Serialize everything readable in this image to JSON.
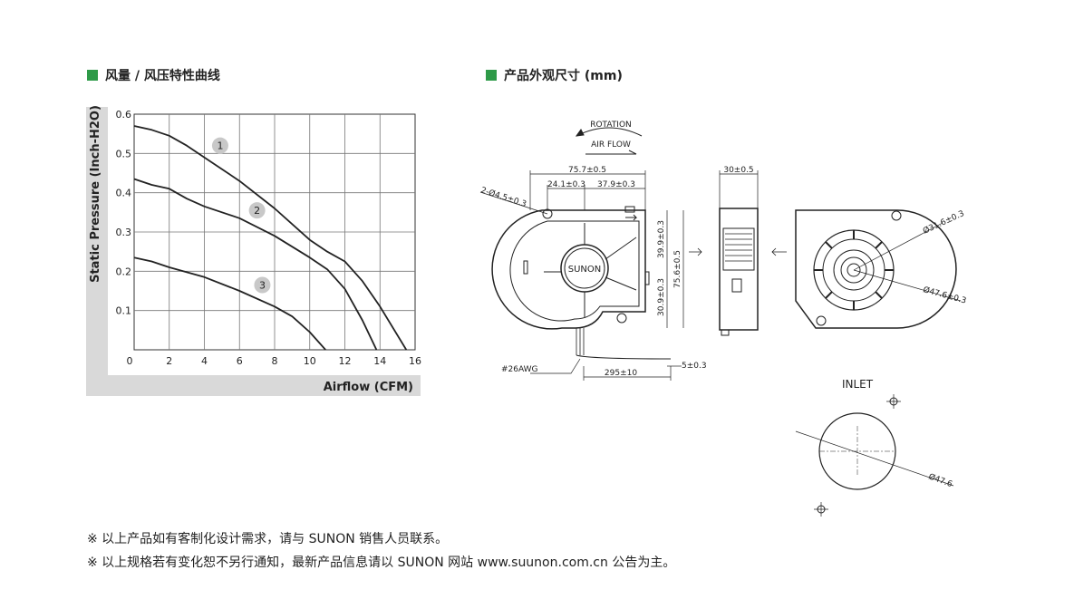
{
  "left_section": {
    "title": "风量 / 风压特性曲线"
  },
  "right_section": {
    "title": "产品外观尺寸 (mm)"
  },
  "chart_data": {
    "type": "line",
    "title": "",
    "xlabel": "Airflow (CFM)",
    "ylabel": "Static Pressure (Inch-H2O)",
    "xlim": [
      0,
      16
    ],
    "ylim": [
      0,
      0.6
    ],
    "x_ticks": [
      "0",
      "2",
      "4",
      "6",
      "8",
      "10",
      "12",
      "14",
      "16"
    ],
    "y_ticks": [
      "0.1",
      "0.2",
      "0.3",
      "0.4",
      "0.5",
      "0.6"
    ],
    "grid": true,
    "series": [
      {
        "name": "1",
        "x": [
          0,
          1,
          2,
          3,
          4,
          6,
          8,
          10,
          11,
          12,
          13,
          14,
          15.5
        ],
        "y": [
          0.57,
          0.56,
          0.545,
          0.52,
          0.49,
          0.43,
          0.36,
          0.28,
          0.25,
          0.225,
          0.175,
          0.11,
          0.0
        ]
      },
      {
        "name": "2",
        "x": [
          0,
          1,
          2,
          3,
          4,
          6,
          8,
          10,
          11,
          12,
          13,
          13.8
        ],
        "y": [
          0.435,
          0.42,
          0.41,
          0.385,
          0.365,
          0.335,
          0.29,
          0.235,
          0.205,
          0.155,
          0.075,
          0.0
        ]
      },
      {
        "name": "3",
        "x": [
          0,
          1,
          2,
          4,
          6,
          8,
          9,
          10,
          10.9
        ],
        "y": [
          0.235,
          0.225,
          0.21,
          0.185,
          0.15,
          0.11,
          0.085,
          0.045,
          0.0
        ]
      }
    ],
    "annotations": [
      {
        "label": "1",
        "x": 4.9,
        "y": 0.52
      },
      {
        "label": "2",
        "x": 7.0,
        "y": 0.355
      },
      {
        "label": "3",
        "x": 7.3,
        "y": 0.165
      }
    ]
  },
  "drawing": {
    "rotation": "ROTATION",
    "air_flow": "AIR FLOW",
    "brand": "SUNON",
    "inlet": "INLET",
    "dims": {
      "width_total": "75.7±0.5",
      "left_part": "24.1±0.3",
      "right_part": "37.9±0.3",
      "hole": "2-Ø4.5±0.3",
      "height_upper": "39.9±0.3",
      "height_lower": "30.9±0.3",
      "height_total": "75.6±0.5",
      "depth": "30±0.5",
      "wire": "#26AWG",
      "wire_len": "295±10",
      "strip": "5±0.3",
      "hub_d": "Ø31.6±0.3",
      "inlet_d": "Ø47.6±0.3",
      "inlet_circle": "Ø47.6"
    }
  },
  "notes": [
    "※ 以上产品如有客制化设计需求，请与 SUNON 销售人员联系。",
    "※ 以上规格若有变化恕不另行通知，最新产品信息请以 SUNON 网站 www.suunon.com.cn 公告为主。"
  ]
}
